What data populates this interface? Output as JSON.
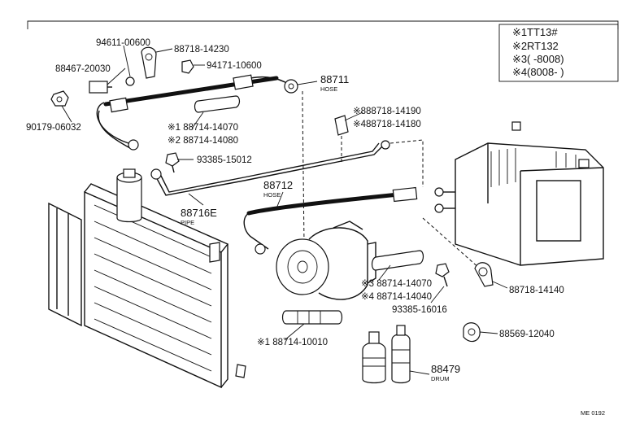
{
  "legend": [
    {
      "mark": "※1",
      "text": "TT13#"
    },
    {
      "mark": "※2",
      "text": "RT132"
    },
    {
      "mark": "※3",
      "text": "(       -8008)"
    },
    {
      "mark": "※4",
      "text": "(8008-         )"
    }
  ],
  "labels": {
    "p94611": "94611-00600",
    "p88718_14230": "88718-14230",
    "p88467": "88467-20030",
    "p94171": "94171-10600",
    "p88711": "88711",
    "p88711_sub": "HOSE",
    "p90179": "90179-06032",
    "p88714_14070a": "※1 88714-14070",
    "p88714_14080": "※2 88714-14080",
    "p93385_15012": "93385-15012",
    "p88718_14190": "※888718-14190",
    "p88718_14180": "※488718-14180",
    "p88712": "88712",
    "p88712_sub": "HOSE",
    "p88716e": "88716E",
    "p88716e_sub": "PIPE",
    "p88714_14070b": "※3 88714-14070",
    "p88714_14040": "※4 88714-14040",
    "p93385_16016": "93385-16016",
    "p88718_14140": "88718-14140",
    "p88714_10010": "※1 88714-10010",
    "p88569": "88569-12040",
    "p88479": "88479",
    "p88479_sub": "DRUM",
    "code": "ME 0192"
  }
}
